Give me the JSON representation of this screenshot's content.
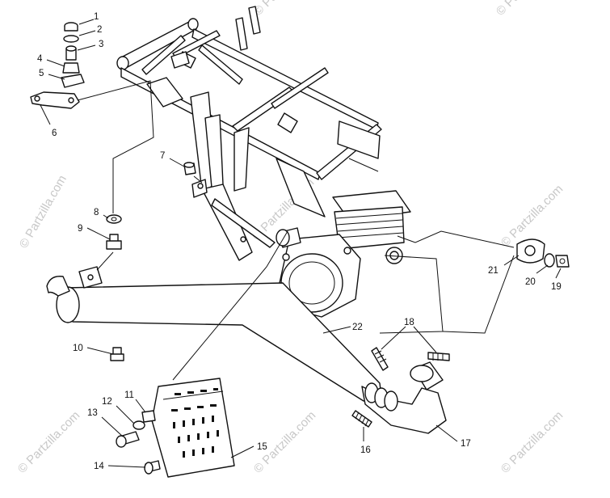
{
  "watermark": {
    "text": "© Partzilla.com",
    "color": "#c8c8c8"
  },
  "diagram": {
    "line_color": "#111111",
    "background": "#ffffff",
    "callouts": [
      "1",
      "2",
      "3",
      "4",
      "5",
      "6",
      "7",
      "8",
      "9",
      "10",
      "11",
      "12",
      "13",
      "14",
      "15",
      "16",
      "17",
      "18",
      "19",
      "20",
      "21",
      "22"
    ]
  }
}
